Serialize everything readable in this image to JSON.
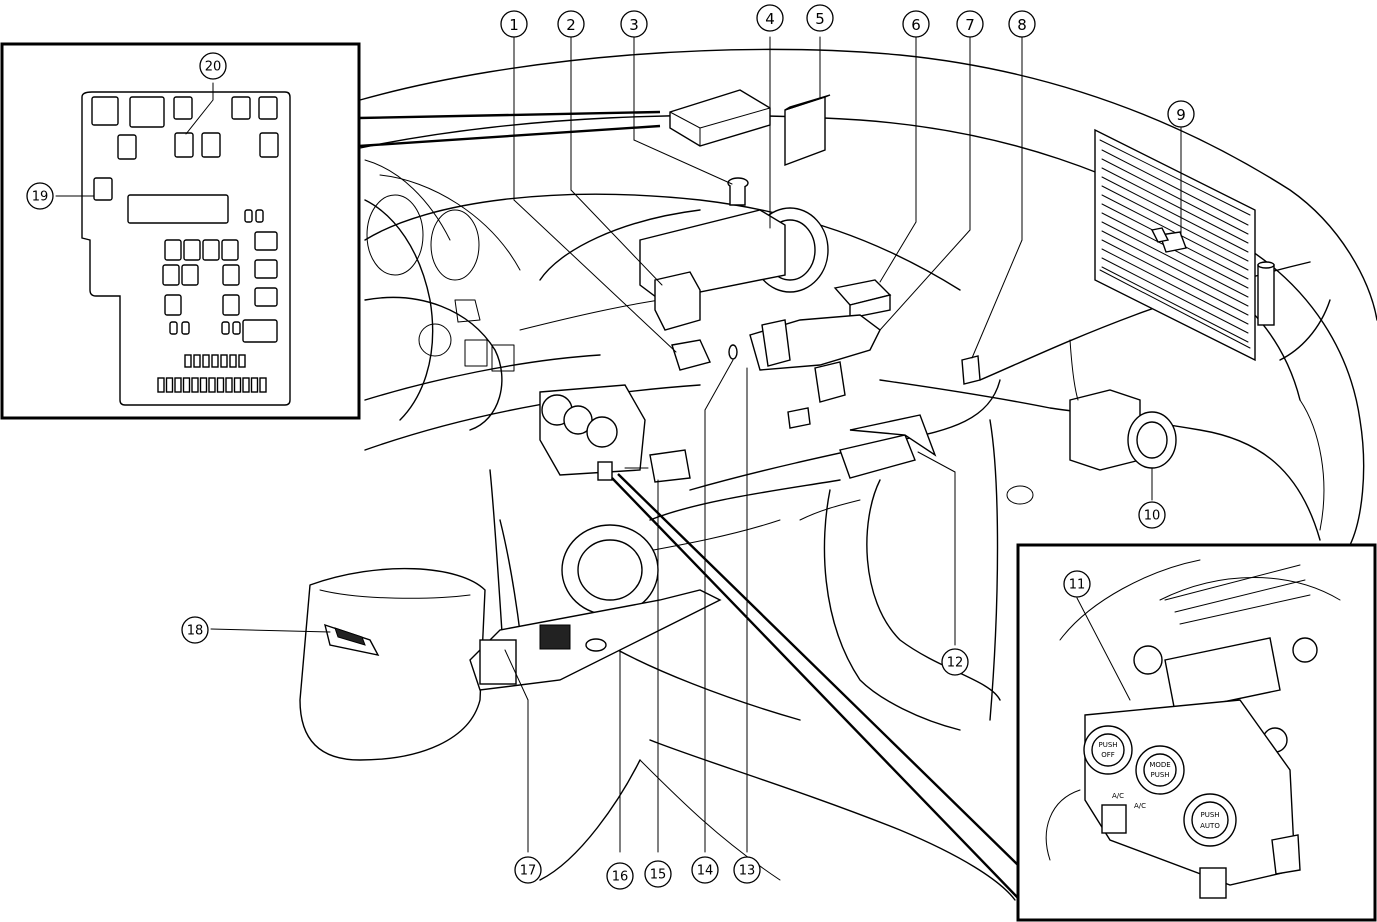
{
  "callouts": [
    {
      "id": "1",
      "label": "1"
    },
    {
      "id": "2",
      "label": "2"
    },
    {
      "id": "3",
      "label": "3"
    },
    {
      "id": "4",
      "label": "4"
    },
    {
      "id": "5",
      "label": "5"
    },
    {
      "id": "6",
      "label": "6"
    },
    {
      "id": "7",
      "label": "7"
    },
    {
      "id": "8",
      "label": "8"
    },
    {
      "id": "9",
      "label": "9"
    },
    {
      "id": "10",
      "label": "10"
    },
    {
      "id": "11",
      "label": "11"
    },
    {
      "id": "12",
      "label": "12"
    },
    {
      "id": "13",
      "label": "13"
    },
    {
      "id": "14",
      "label": "14"
    },
    {
      "id": "15",
      "label": "15"
    },
    {
      "id": "16",
      "label": "16"
    },
    {
      "id": "17",
      "label": "17"
    },
    {
      "id": "18",
      "label": "18"
    },
    {
      "id": "19",
      "label": "19"
    },
    {
      "id": "20",
      "label": "20"
    }
  ],
  "control_panel": {
    "left_knob": [
      "PUSH",
      "OFF"
    ],
    "center_knob": [
      "MODE",
      "PUSH"
    ],
    "right_knob": [
      "PUSH",
      "AUTO"
    ],
    "buttons": [
      "A/C",
      "A/C"
    ]
  }
}
